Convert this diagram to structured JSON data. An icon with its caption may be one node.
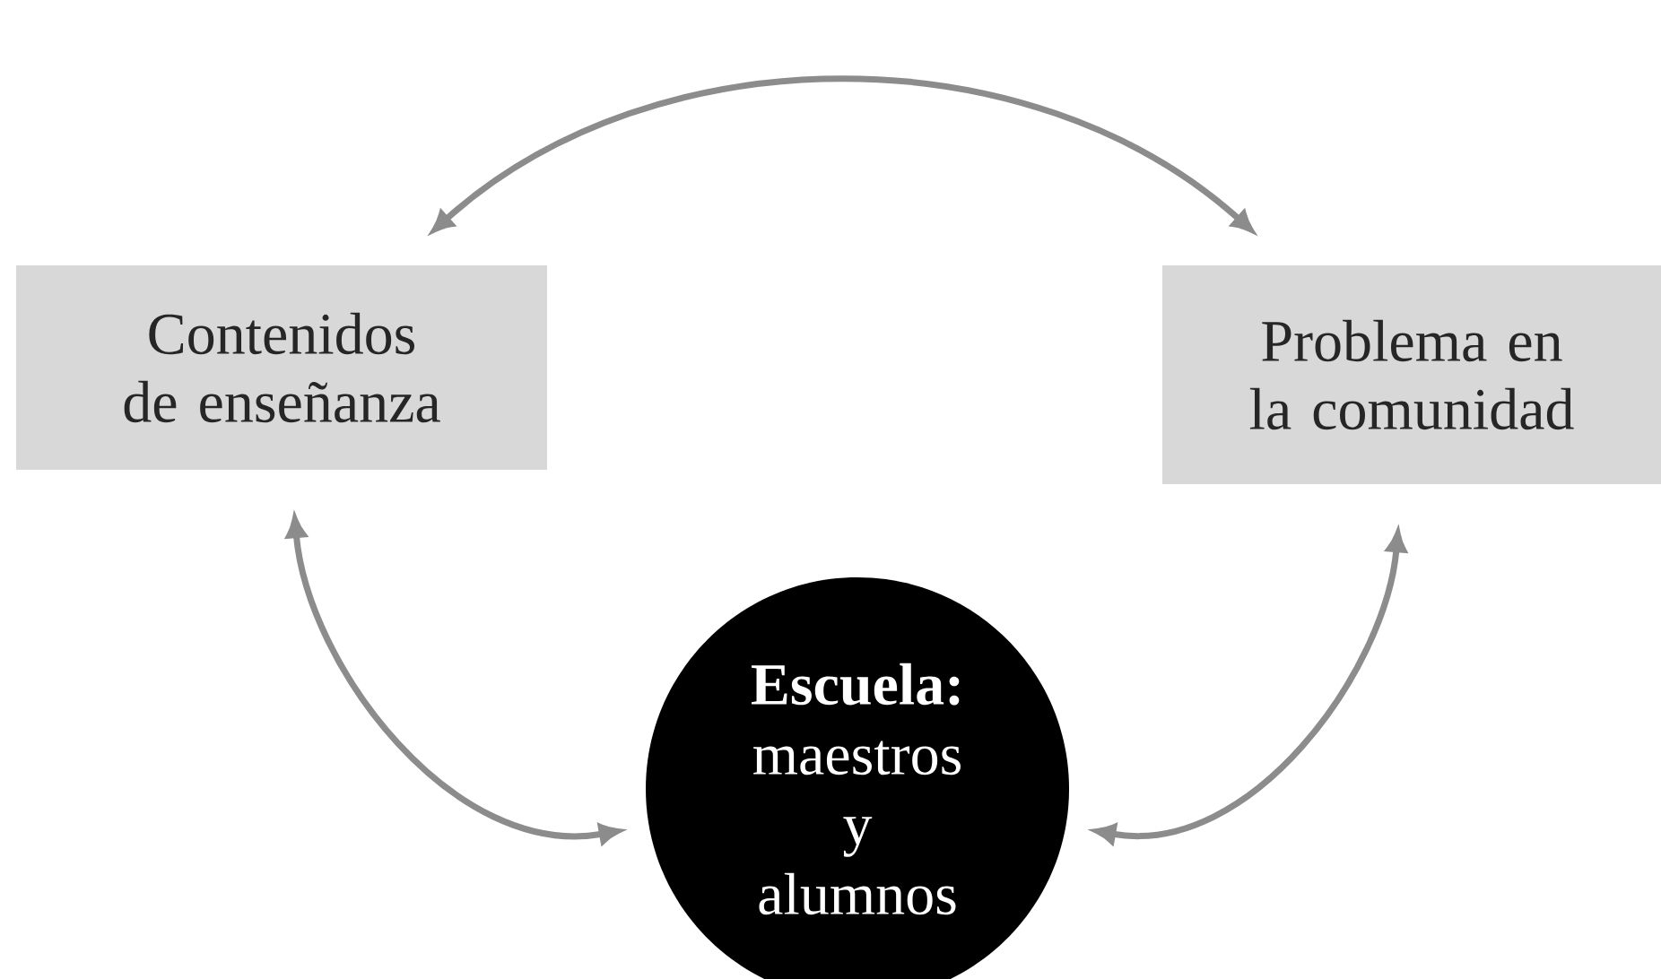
{
  "diagram": {
    "nodes": [
      {
        "text": [
          "Contenidos de enseñanza"
        ]
      },
      {
        "text": [
          "Problema en la comunidad"
        ]
      },
      {
        "text": [
          "Escuela:",
          "maestros y alumnos"
        ]
      }
    ],
    "edges": [
      {
        "from": 0,
        "to": 1,
        "arrow": "both"
      },
      {
        "from": 0,
        "to": 2,
        "arrow": "both"
      },
      {
        "from": 1,
        "to": 2,
        "arrow": "both"
      }
    ]
  }
}
